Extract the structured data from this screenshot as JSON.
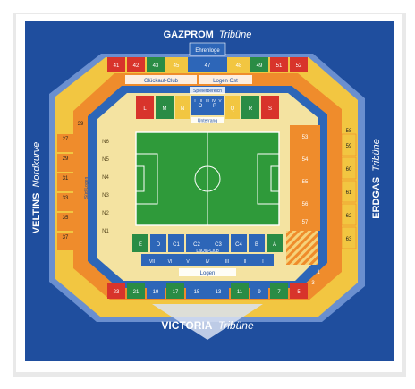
{
  "tribunes": {
    "north_brand": "GAZPROM",
    "north_word": "Tribüne",
    "east_brand": "ERDGAS",
    "east_word": "Tribüne",
    "south_brand": "VICTORIA",
    "south_word": "Tribüne",
    "west_brand": "VELTINS",
    "west_word": "Nordkurve"
  },
  "labels": {
    "ehrenloge": "Ehrenloge",
    "glueckauf_club": "Glückauf-Club",
    "logen_ost": "Logen Ost",
    "spielerbereich": "Spielerbereich",
    "unterrang": "Unterrang",
    "logen_sued": "Logen",
    "lasalle_club": "LaOla-Club",
    "sued_logen_west": "Süd-Logen"
  },
  "blocks": {
    "north_upper": [
      "41",
      "42",
      "43",
      "45",
      "47",
      "48",
      "49",
      "51",
      "52"
    ],
    "north_lower": [
      "L",
      "M",
      "N",
      "O",
      "P",
      "Q",
      "R",
      "S"
    ],
    "north_lower_roman": [
      "I",
      "II",
      "III",
      "IV",
      "V"
    ],
    "west_upper": [
      "27",
      "29",
      "31",
      "33",
      "35",
      "37",
      "39"
    ],
    "west_lower": [
      "N6",
      "N5",
      "N4",
      "N3",
      "N2",
      "N1"
    ],
    "east_upper": [
      "58",
      "59",
      "60",
      "61",
      "62",
      "63"
    ],
    "east_lower": [
      "53",
      "54",
      "55",
      "56",
      "57"
    ],
    "south_inner": [
      "E",
      "D",
      "C1",
      "C2",
      "C3",
      "C4",
      "B",
      "A"
    ],
    "south_roman": [
      "VII",
      "VI",
      "V",
      "IV",
      "III",
      "II",
      "I"
    ],
    "south_upper": [
      "23",
      "21",
      "19",
      "17",
      "15",
      "13",
      "11",
      "9",
      "7",
      "5",
      "3",
      "1"
    ]
  },
  "colors": {
    "background": "#1f4e9e",
    "seats_yellow": "#f2c641",
    "seats_orange": "#ef8c2c",
    "seats_red": "#d8342b",
    "seats_green": "#2a8c45",
    "seats_blue": "#2d66b8",
    "pitch": "#2f9a3a",
    "lines": "#ffffff"
  }
}
